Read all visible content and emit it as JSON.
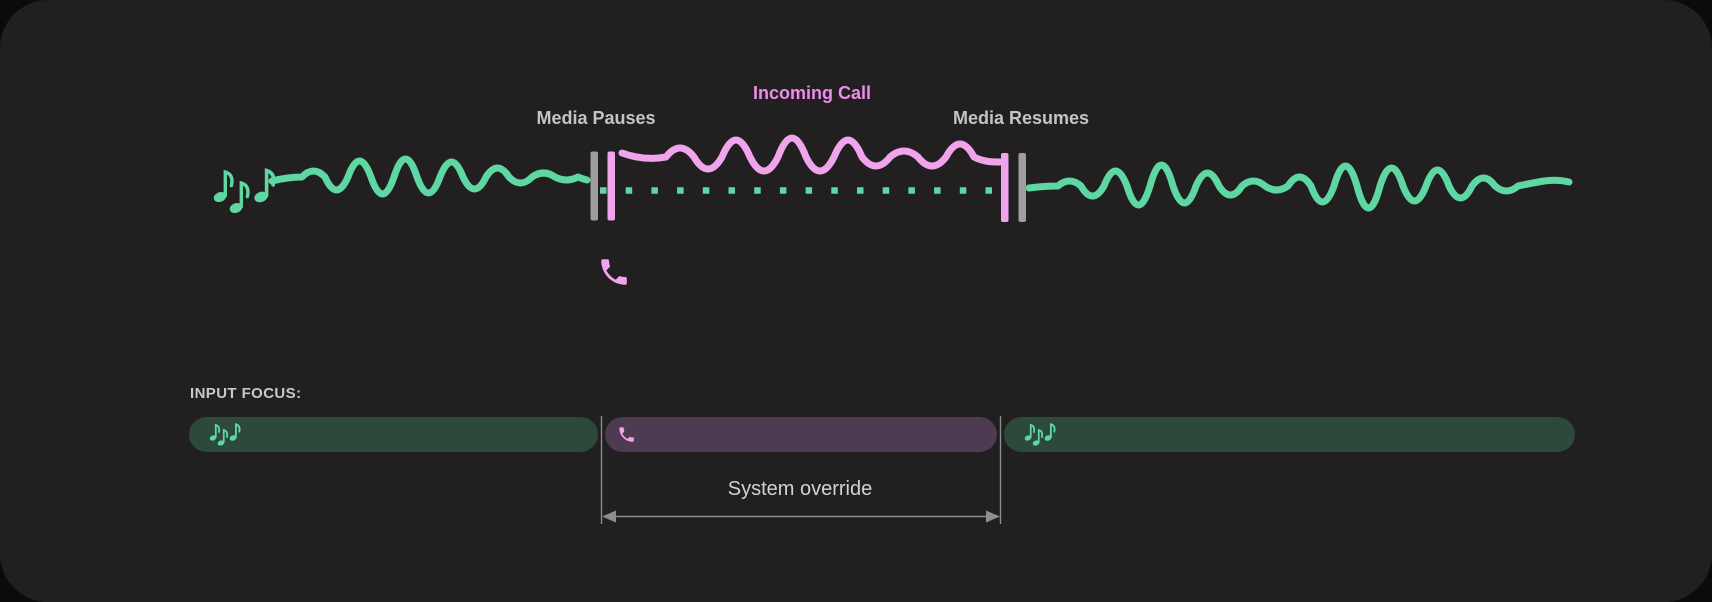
{
  "timeline": {
    "media_pauses_label": "Media Pauses",
    "incoming_call_label": "Incoming Call",
    "media_resumes_label": "Media Resumes",
    "icons": [
      "music-notes-icon",
      "phone-icon"
    ]
  },
  "input_focus": {
    "heading": "INPUT FOCUS:",
    "segments": [
      {
        "name": "media-before-call",
        "icon": "music-notes-icon"
      },
      {
        "name": "call",
        "icon": "phone-icon"
      },
      {
        "name": "media-after-call",
        "icon": "music-notes-icon"
      }
    ],
    "override_label": "System override"
  },
  "colors": {
    "page_bg": "#0b0b0b",
    "panel_bg": "#211f1f",
    "media_green": "#5ed7a2",
    "call_pink": "#f0a4ec",
    "call_pink_text": "#ee8ce9",
    "marker_gray": "#9e9e9e",
    "label_gray": "#c4c4c4",
    "heading_gray": "#c9c9c9",
    "override_text_gray": "#d2d2d2",
    "focus_media_bar": "#2d493b",
    "focus_call_bar": "#4d3c51",
    "guide_gray": "#8d8d8d"
  }
}
